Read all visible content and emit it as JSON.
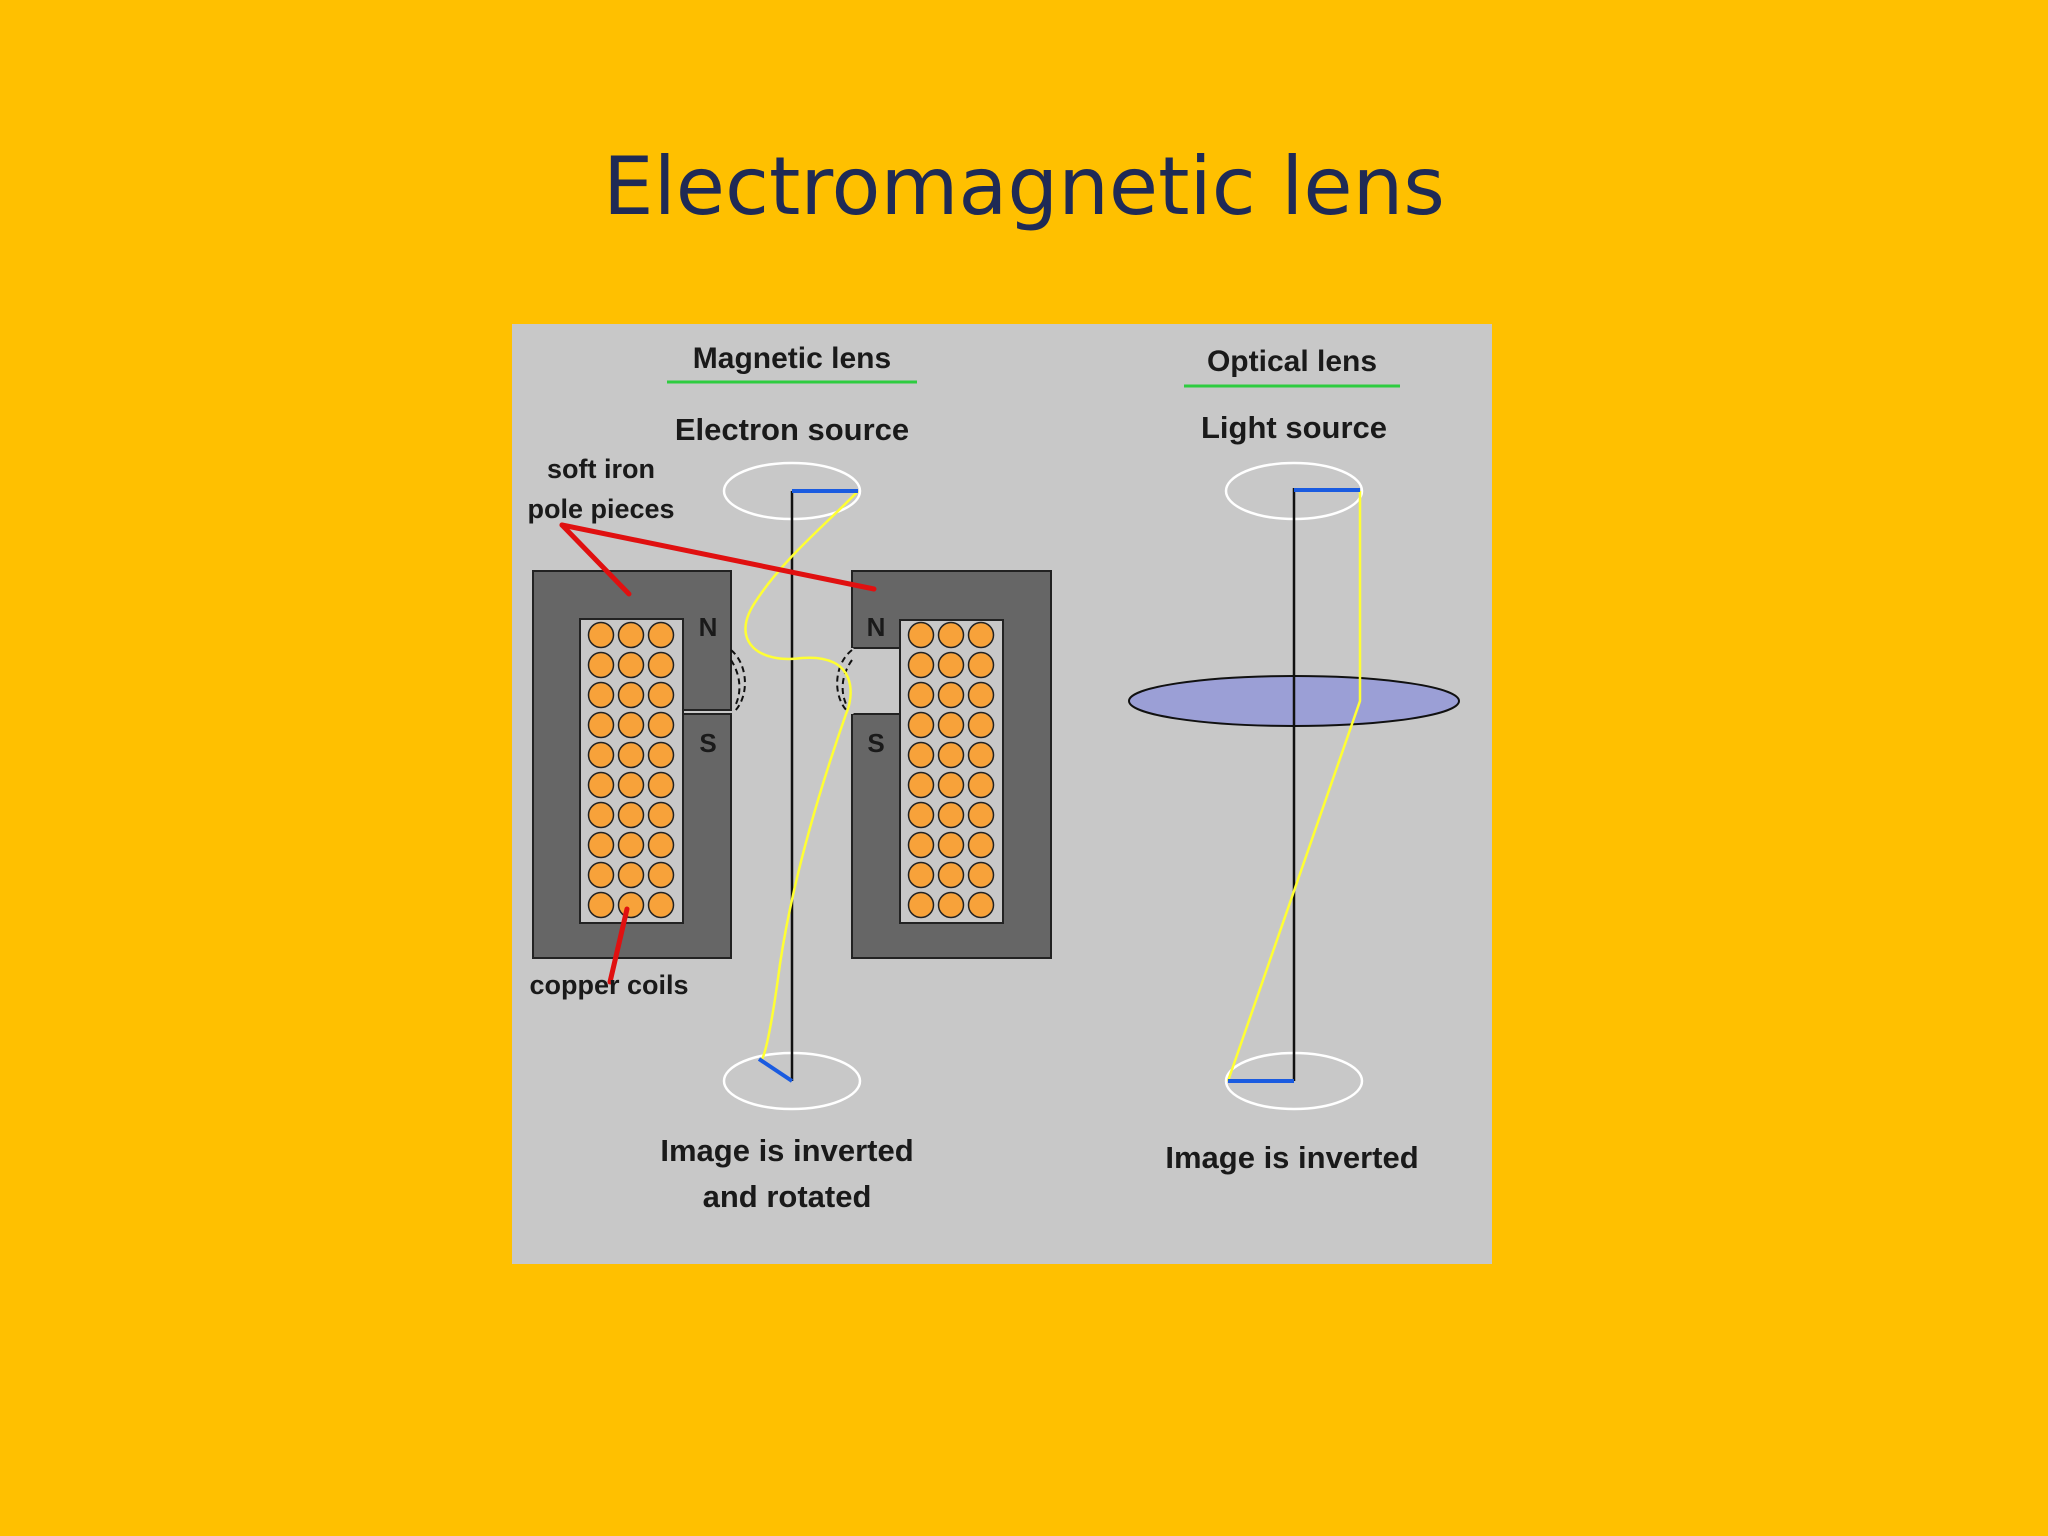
{
  "slide": {
    "title": "Electromagnetic lens"
  },
  "figure": {
    "magnetic": {
      "heading": "Magnetic lens",
      "source_label": "Electron source",
      "pole_pieces_label_line1": "soft iron",
      "pole_pieces_label_line2": "pole pieces",
      "coils_label": "copper coils",
      "north_label": "N",
      "south_label": "S",
      "caption_line1": "Image is inverted",
      "caption_line2": "and rotated"
    },
    "optical": {
      "heading": "Optical lens",
      "source_label": "Light source",
      "caption": "Image is inverted"
    },
    "colors": {
      "background": "#C8C8C8",
      "iron": "#666666",
      "coil_fill": "#F7A23A",
      "ray": "#FFFF33",
      "object_arrow": "#1A5BE0",
      "pointer": "#E01010",
      "heading_underline": "#2ECC40",
      "lens": "#9B9FD6"
    }
  }
}
